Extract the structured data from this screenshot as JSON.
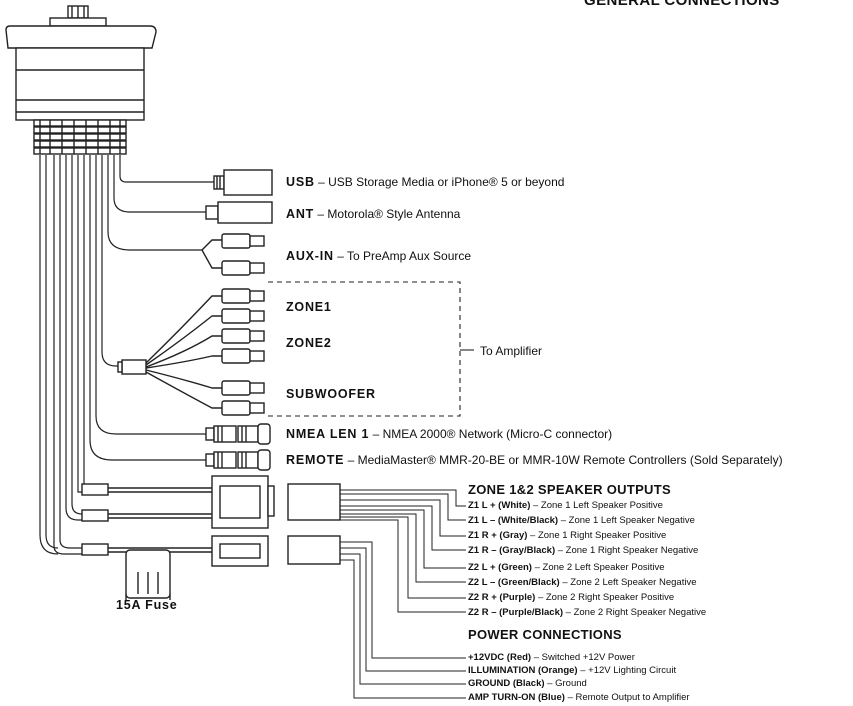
{
  "title": "GENERAL CONNECTIONS",
  "connectors": [
    {
      "key": "USB",
      "desc": " – USB Storage Media or iPhone® 5 or beyond"
    },
    {
      "key": "ANT",
      "desc": " – Motorola® Style Antenna"
    },
    {
      "key": "AUX-IN",
      "desc": " – To PreAmp Aux Source"
    },
    {
      "key": "NMEA LEN 1",
      "desc": " – NMEA 2000® Network (Micro-C connector)"
    },
    {
      "key": "REMOTE",
      "desc": " – MediaMaster® MMR-20-BE or MMR-10W Remote Controllers (Sold Separately)"
    }
  ],
  "zones": {
    "zone1": "ZONE1",
    "zone2": "ZONE2",
    "subwoofer": "SUBWOOFER",
    "to_amplifier": "To Amplifier"
  },
  "fuse_label": "15A Fuse",
  "speaker_outputs": {
    "heading": "ZONE 1&2 SPEAKER OUTPUTS",
    "items": [
      {
        "key": "Z1 L + (White)",
        "desc": " – Zone 1 Left Speaker Positive"
      },
      {
        "key": "Z1 L – (White/Black)",
        "desc": " – Zone 1 Left Speaker Negative"
      },
      {
        "key": "Z1 R + (Gray)",
        "desc": " – Zone 1 Right Speaker Positive"
      },
      {
        "key": "Z1 R – (Gray/Black)",
        "desc": " – Zone 1 Right Speaker Negative"
      },
      {
        "key": "Z2 L + (Green)",
        "desc": " – Zone 2 Left Speaker Positive"
      },
      {
        "key": "Z2 L – (Green/Black)",
        "desc": " – Zone 2 Left Speaker Negative"
      },
      {
        "key": "Z2 R + (Purple)",
        "desc": " – Zone 2 Right Speaker Positive"
      },
      {
        "key": "Z2 R – (Purple/Black)",
        "desc": " – Zone 2 Right Speaker Negative"
      }
    ]
  },
  "power_connections": {
    "heading": "POWER CONNECTIONS",
    "items": [
      {
        "key": "+12VDC (Red)",
        "desc": " – Switched +12V Power"
      },
      {
        "key": "ILLUMINATION (Orange)",
        "desc": " – +12V Lighting Circuit"
      },
      {
        "key": "GROUND (Black)",
        "desc": " – Ground"
      },
      {
        "key": "AMP TURN-ON (Blue)",
        "desc": " – Remote Output to Amplifier"
      }
    ]
  }
}
